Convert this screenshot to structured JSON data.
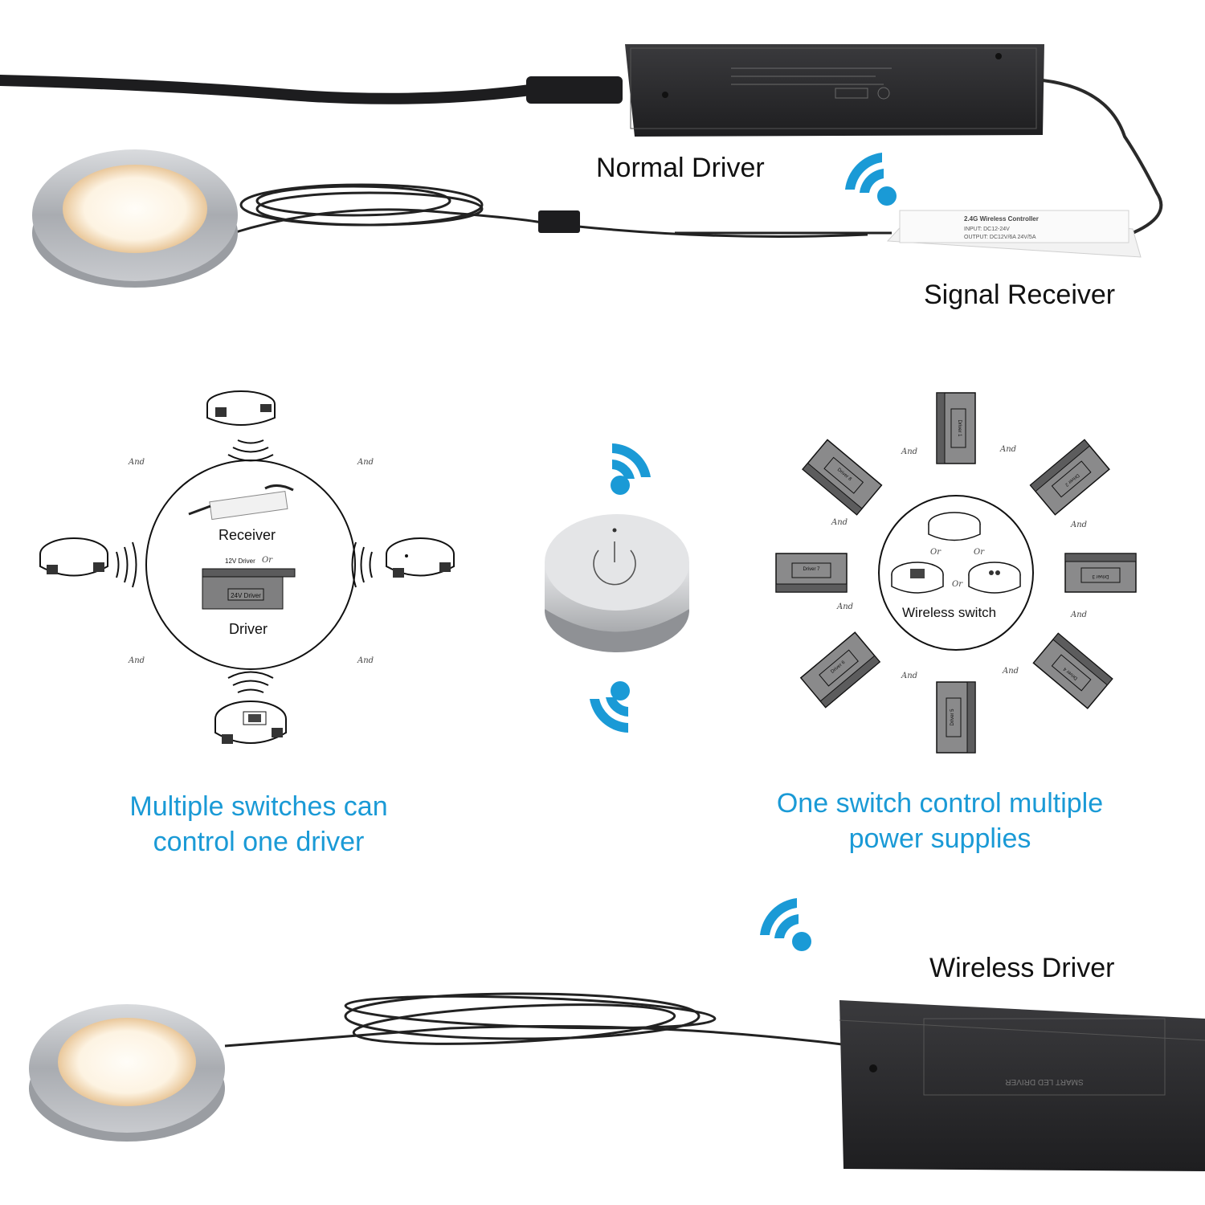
{
  "top": {
    "normal_driver_label": "Normal Driver",
    "signal_receiver_label": "Signal Receiver",
    "receiver_device_text": "2.4G Wireless Controller",
    "receiver_device_input": "INPUT: DC12-24V",
    "receiver_device_output": "OUTPUT: DC12V/6A  24V/5A"
  },
  "left_diagram": {
    "receiver_label": "Receiver",
    "driver_12v_label": "12V Driver",
    "or_label": "Or",
    "driver_24v_label": "24V Driver",
    "driver_label": "Driver",
    "and_label": "And",
    "caption_line1": "Multiple switches can",
    "caption_line2": "control one driver"
  },
  "right_diagram": {
    "wireless_switch_label": "Wireless switch",
    "or_label": "Or",
    "and_label": "And",
    "driver_labels": [
      "Driver 1",
      "Driver 2",
      "Driver 3",
      "Driver 4",
      "Driver 5",
      "Driver 6",
      "Driver 7",
      "Driver 8"
    ],
    "caption_line1": "One switch control multiple",
    "caption_line2": "power supplies"
  },
  "bottom": {
    "wireless_driver_label": "Wireless Driver",
    "driver_print": "SMART LED DRIVER"
  },
  "colors": {
    "accent_blue": "#1a9ad6",
    "driver_black": "#2a2a2c",
    "silver": "#b9bcc0"
  }
}
